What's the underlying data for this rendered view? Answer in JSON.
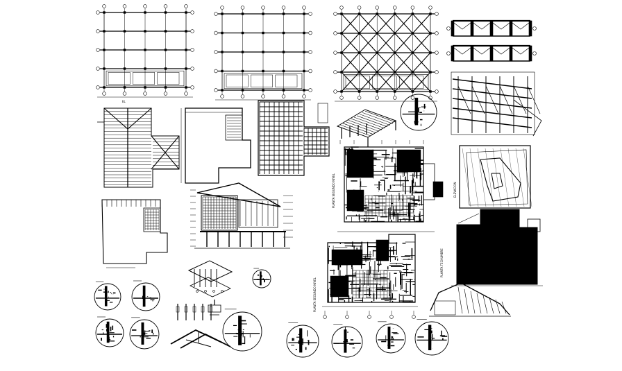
{
  "sheet": {
    "background": "#ffffff",
    "ink": "#000000",
    "vertical_labels": [
      "PLANTA SEGUNDO NIVEL",
      "PLANTA SEGUNDO NIVEL",
      "PLANTA TECHUMBRE",
      "ELEVACION"
    ],
    "tiny_label": "EL"
  }
}
